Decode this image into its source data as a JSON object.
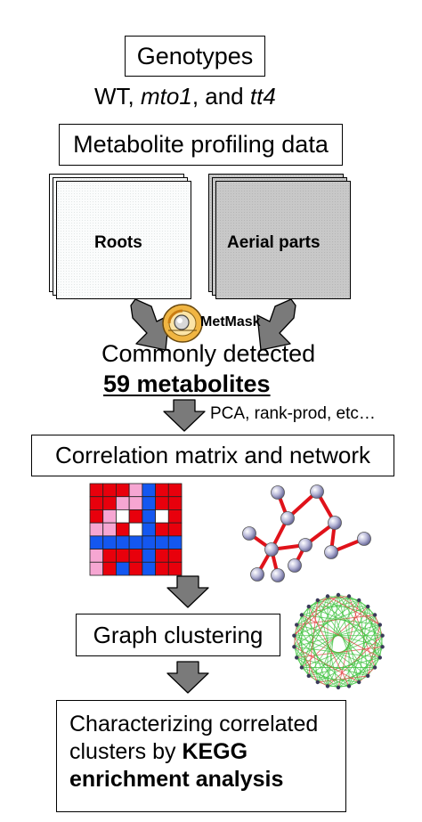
{
  "genotypes": {
    "title": "Genotypes",
    "wt": "WT, ",
    "mto1": "mto1",
    "sep": ", and ",
    "tt4": "tt4"
  },
  "profiling": {
    "title": "Metabolite profiling data",
    "roots": "Roots",
    "aerial": "Aerial parts"
  },
  "metmask": {
    "label": "MetMask"
  },
  "detected": {
    "line1": "Commonly detected",
    "line2": "59 metabolites"
  },
  "methods": {
    "label": "PCA, rank-prod, etc…"
  },
  "correlation": {
    "title": "Correlation matrix and network"
  },
  "matrix": {
    "colors": {
      "R": "#e8000c",
      "P": "#f6a6d2",
      "W": "#ffffff",
      "B": "#1457f0"
    },
    "rows": [
      "RRRPBRR",
      "RRPPBRR",
      "RPWRBWR",
      "PPRWBRR",
      "BBBBBBB",
      "PRRRBRR",
      "PRBRBRR"
    ]
  },
  "clustering": {
    "title": "Graph clustering"
  },
  "characterizing": {
    "line1": "Characterizing correlated",
    "line2a": "clusters by ",
    "line2b": "KEGG",
    "line3": "enrichment analysis"
  }
}
